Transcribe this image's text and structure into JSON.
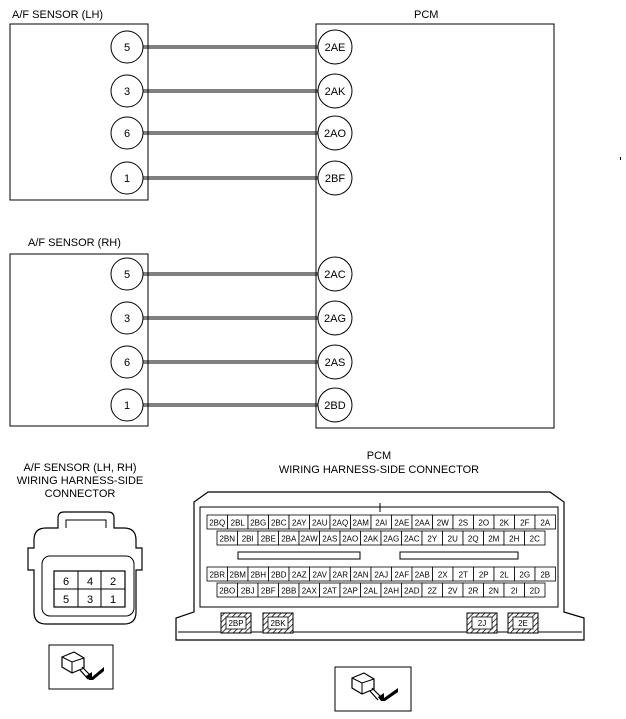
{
  "titles": {
    "af_lh": "A/F SENSOR (LH)",
    "af_rh": "A/F SENSOR (RH)",
    "pcm": "PCM",
    "conn_left_1": "A/F SENSOR (LH, RH)",
    "conn_left_2": "WIRING HARNESS-SIDE",
    "conn_left_3": "CONNECTOR",
    "conn_right_1": "PCM",
    "conn_right_2": "WIRING HARNESS-SIDE CONNECTOR"
  },
  "wiring_lh": [
    {
      "sensor_pin": "5",
      "pcm_pin": "2AE"
    },
    {
      "sensor_pin": "3",
      "pcm_pin": "2AK"
    },
    {
      "sensor_pin": "6",
      "pcm_pin": "2AO"
    },
    {
      "sensor_pin": "1",
      "pcm_pin": "2BF"
    }
  ],
  "wiring_rh": [
    {
      "sensor_pin": "5",
      "pcm_pin": "2AC"
    },
    {
      "sensor_pin": "3",
      "pcm_pin": "2AG"
    },
    {
      "sensor_pin": "6",
      "pcm_pin": "2AS"
    },
    {
      "sensor_pin": "1",
      "pcm_pin": "2BD"
    }
  ],
  "af_connector": {
    "top_row": [
      "6",
      "4",
      "2"
    ],
    "bottom_row": [
      "5",
      "3",
      "1"
    ]
  },
  "pcm_connector": {
    "row1": [
      "2BQ",
      "2BL",
      "2BG",
      "2BC",
      "2AY",
      "2AU",
      "2AQ",
      "2AM",
      "2AI",
      "2AE",
      "2AA",
      "2W",
      "2S",
      "2O",
      "2K",
      "2F",
      "2A"
    ],
    "row2": [
      "2BN",
      "2BI",
      "2BE",
      "2BA",
      "2AW",
      "2AS",
      "2AO",
      "2AK",
      "2AG",
      "2AC",
      "2Y",
      "2U",
      "2Q",
      "2M",
      "2H",
      "2C"
    ],
    "row3": [
      "2BR",
      "2BM",
      "2BH",
      "2BD",
      "2AZ",
      "2AV",
      "2AR",
      "2AN",
      "2AJ",
      "2AF",
      "2AB",
      "2X",
      "2T",
      "2P",
      "2L",
      "2G",
      "2B"
    ],
    "row4": [
      "2BO",
      "2BJ",
      "2BF",
      "2BB",
      "2AX",
      "2AT",
      "2AP",
      "2AL",
      "2AH",
      "2AD",
      "2Z",
      "2V",
      "2R",
      "2N",
      "2I",
      "2D"
    ],
    "special": [
      "2BP",
      "2BK",
      "2J",
      "2E"
    ]
  }
}
